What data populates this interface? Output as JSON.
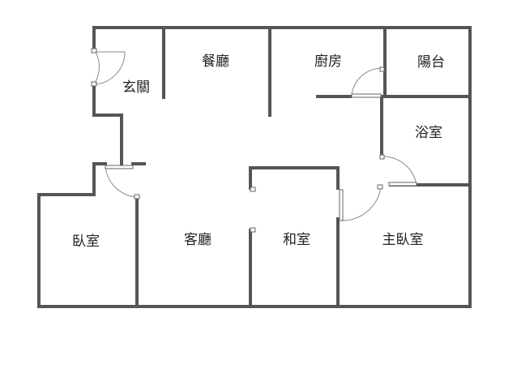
{
  "rooms": {
    "entrance": "玄關",
    "dining": "餐廳",
    "kitchen": "廚房",
    "balcony": "陽台",
    "bathroom": "浴室",
    "bedroom": "臥室",
    "living": "客廳",
    "japanese_room": "和室",
    "master_bedroom": "主臥室"
  }
}
